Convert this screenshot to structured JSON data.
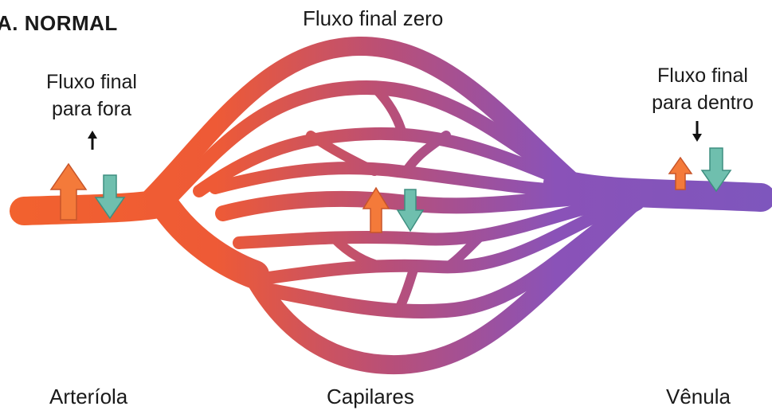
{
  "labels": {
    "section": "A. NORMAL",
    "zero_flow": "Fluxo final zero",
    "outward_line1": "Fluxo final",
    "outward_line2": "para fora",
    "inward_line1": "Fluxo final",
    "inward_line2": "para dentro",
    "arteriole": "Arteríola",
    "capillaries": "Capilares",
    "venule": "Vênula"
  },
  "colors": {
    "arterial": "#f2622e",
    "capillary_mid": "#b94f77",
    "venous": "#8a52b8",
    "outward_arrow": "#f47a3a",
    "inward_arrow": "#6fbfae"
  }
}
